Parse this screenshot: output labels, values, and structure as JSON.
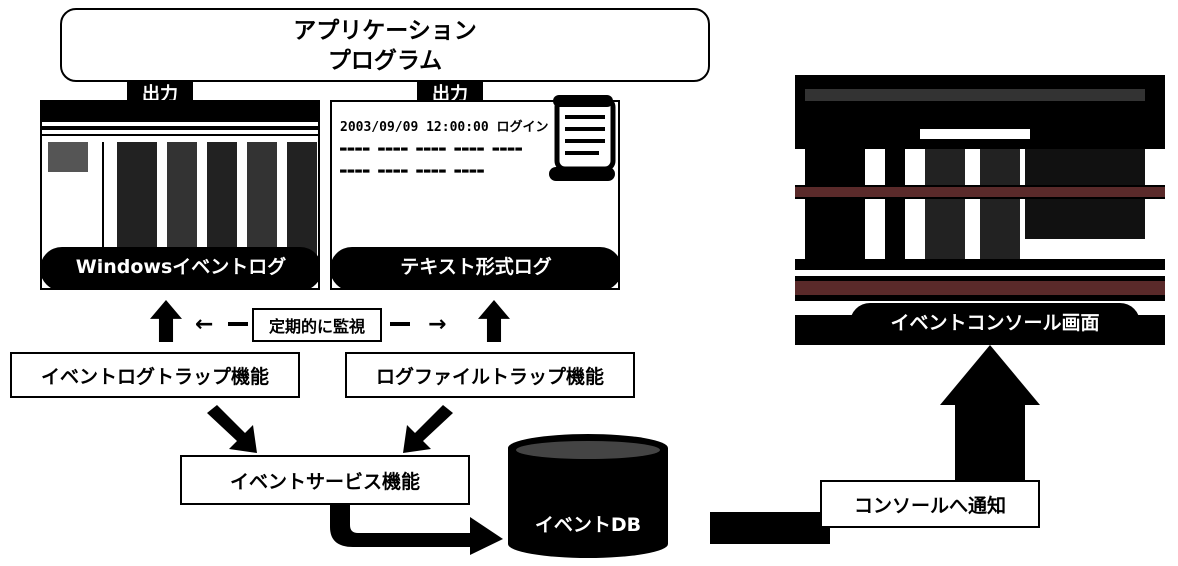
{
  "application": {
    "line1": "アプリケーション",
    "line2": "プログラム"
  },
  "output_label": "出力",
  "windows_log": {
    "caption": "Windowsイベントログ"
  },
  "text_log": {
    "caption": "テキスト形式ログ",
    "line1": "2003/09/09 12:00:00 ログイン",
    "dashes1": "▬▬▬▬ ▬▬▬▬  ▬▬▬▬ ▬▬▬▬ ▬▬▬▬",
    "dashes2": "▬▬▬▬ ▬▬▬▬  ▬▬▬▬ ▬▬▬▬"
  },
  "monitor": {
    "left_arrow": "←",
    "right_arrow": "→",
    "label": "定期的に監視"
  },
  "event_log_trap": "イベントログトラップ機能",
  "log_file_trap": "ログファイルトラップ機能",
  "event_service": "イベントサービス機能",
  "event_db": "イベントDB",
  "notify_console": "コンソールへ通知",
  "console_screen": {
    "caption": "イベントコンソール画面"
  },
  "colors": {
    "ink": "#000000",
    "paper": "#ffffff",
    "accent": "#5a2a2a"
  }
}
